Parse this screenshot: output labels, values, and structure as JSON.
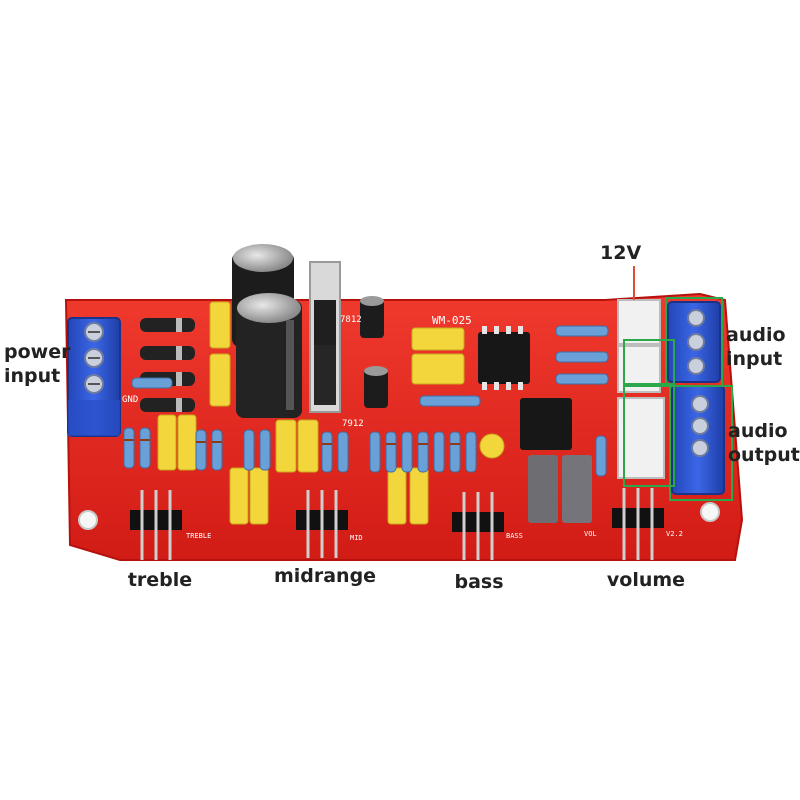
{
  "image": {
    "subject": "audio-tone-control-pcb",
    "colors": {
      "board": "#e8231e",
      "terminal": "#2e56d6",
      "capacitor_yellow": "#f2d63b",
      "electrolytic": "#1c1c1c",
      "highlight_box": "#2aa84a",
      "label_text": "#222222"
    }
  },
  "labels": {
    "power_input": [
      "power",
      "input"
    ],
    "voltage": "12V",
    "audio_input": [
      "audio",
      "input"
    ],
    "audio_output": [
      "audio",
      "output"
    ],
    "treble": "treble",
    "midrange": "midrange",
    "bass": "bass",
    "volume": "volume"
  },
  "silkscreen": {
    "model": "WM-025",
    "reg_pos": "7812",
    "reg_neg": "7912",
    "gnd": "GND",
    "treble": "TREBLE",
    "mid": "MID",
    "bass": "BASS",
    "vol": "VOL",
    "version": "V2.2"
  }
}
